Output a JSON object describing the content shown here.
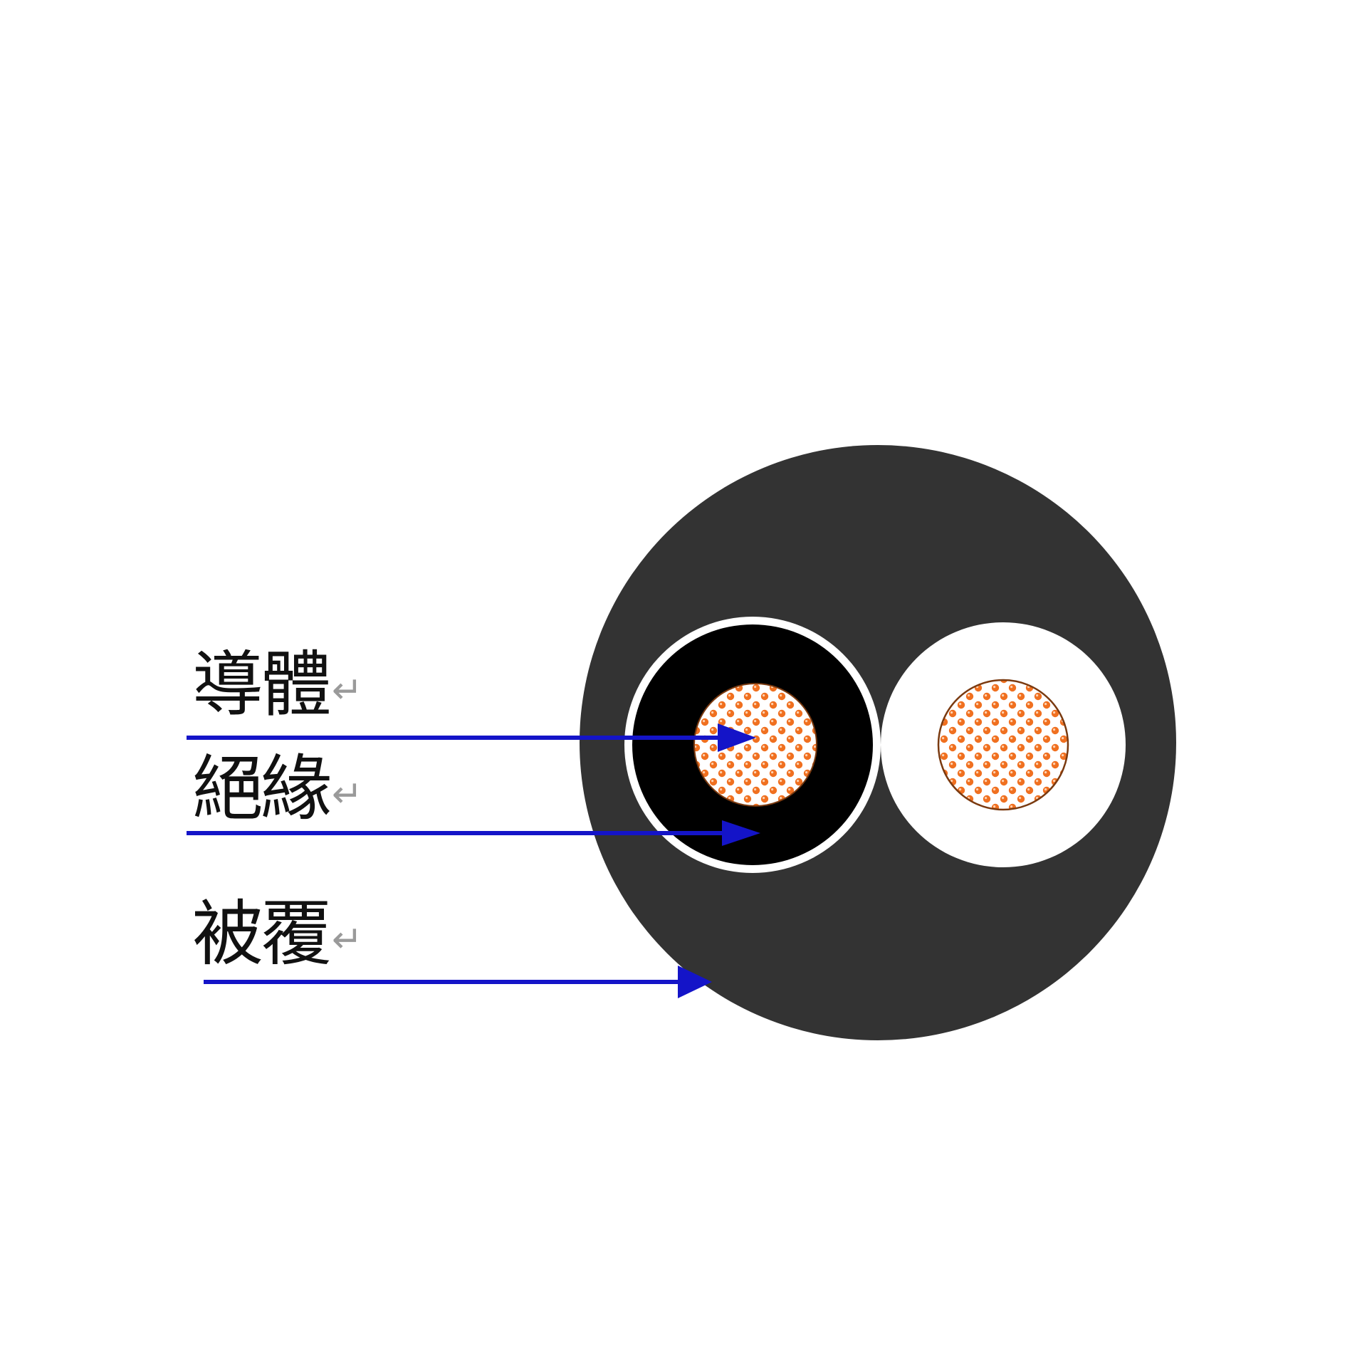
{
  "labels": {
    "conductor": "導體",
    "insulation": "絕緣",
    "sheath": "被覆",
    "return_mark": "↵"
  },
  "colors": {
    "sheath": "#333333",
    "insulation_dark": "#000000",
    "insulation_light": "#ffffff",
    "conductor_orange": "#f07020",
    "arrow": "#1414c8",
    "label_text": "#111111"
  },
  "icons": {
    "paragraph_mark": "return-arrow-icon",
    "leader": "arrow-right-icon"
  }
}
